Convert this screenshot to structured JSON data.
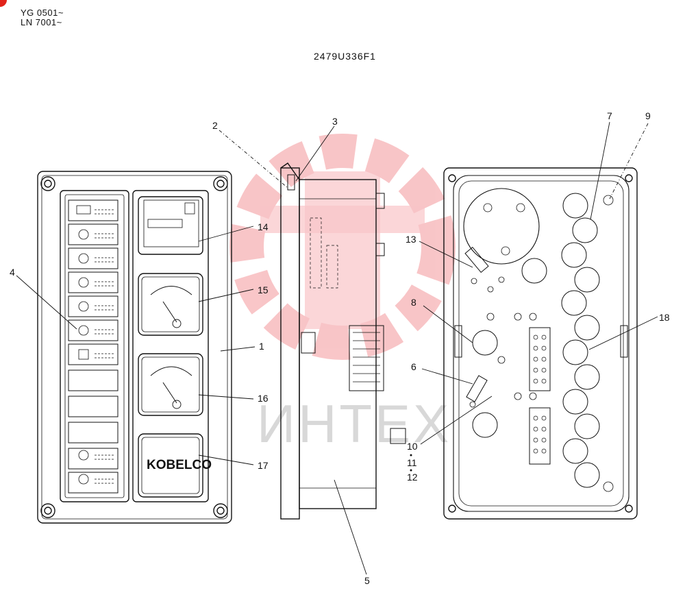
{
  "header": {
    "serial_line_1": "YG 0501~",
    "serial_line_2": "LN 7001~",
    "drawing_code": "2479U336F1"
  },
  "callouts": [
    "1",
    "2",
    "3",
    "4",
    "5",
    "6",
    "7",
    "8",
    "9",
    "10",
    "11",
    "12",
    "13",
    "14",
    "15",
    "16",
    "17",
    "18"
  ],
  "panel_logo": "KOBELCO",
  "watermark": {
    "text": "ИНТЕХ",
    "color": "#e8313a"
  },
  "colors": {
    "line": "#111111",
    "badge": "#e2231a"
  }
}
